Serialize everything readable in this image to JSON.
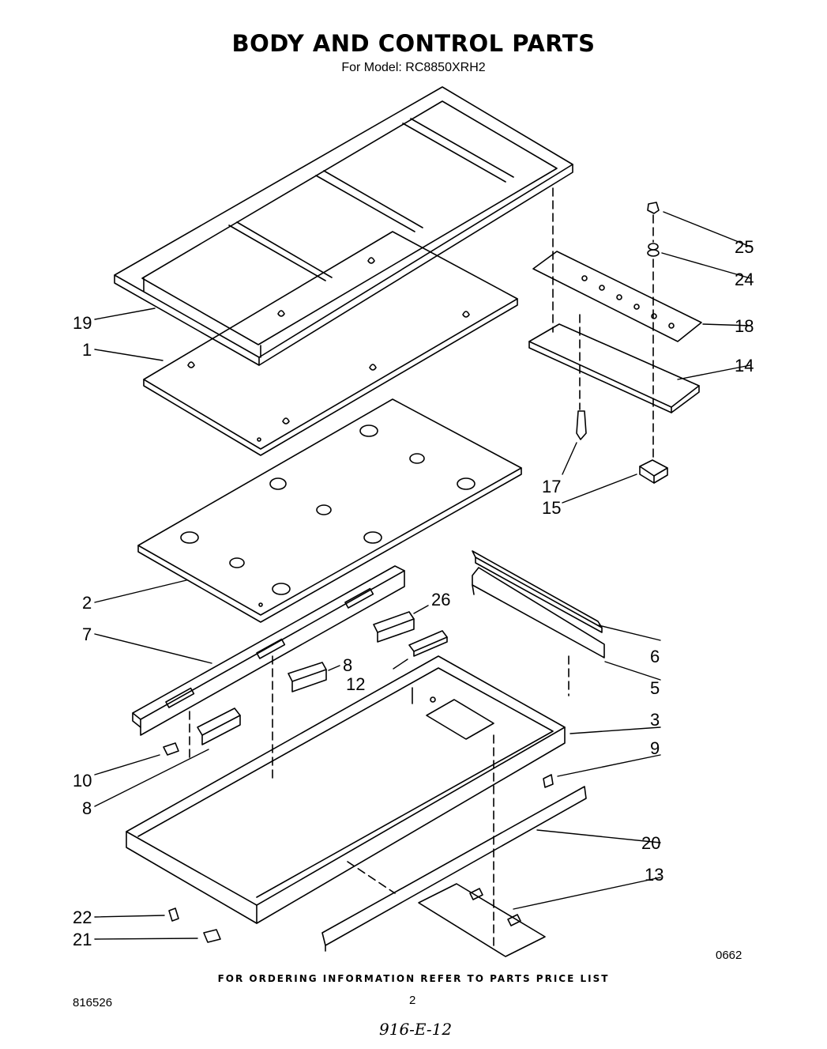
{
  "header": {
    "title": "BODY AND CONTROL PARTS",
    "subtitle": "For Model: RC8850XRH2"
  },
  "diagram": {
    "callouts": {
      "p1": "1",
      "p2": "2",
      "p3": "3",
      "p5": "5",
      "p6": "6",
      "p7": "7",
      "p8a": "8",
      "p8b": "8",
      "p9": "9",
      "p10": "10",
      "p12": "12",
      "p13": "13",
      "p14": "14",
      "p15": "15",
      "p17": "17",
      "p18": "18",
      "p19": "19",
      "p20": "20",
      "p21": "21",
      "p22": "22",
      "p24": "24",
      "p25": "25",
      "p26": "26"
    },
    "figure_code": "0662"
  },
  "footer": {
    "ordering_note": "FOR ORDERING INFORMATION REFER TO PARTS PRICE LIST",
    "document_number": "816526",
    "page_number": "2",
    "handwritten_note": "916-E-12"
  }
}
